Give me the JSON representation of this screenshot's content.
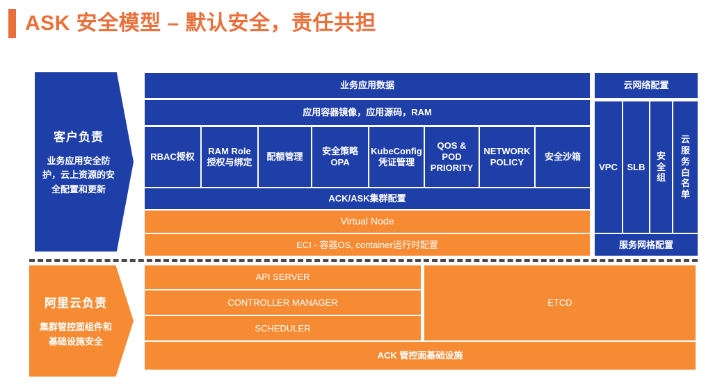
{
  "header": {
    "title": "ASK 安全模型 – 默认安全，责任共担",
    "accent_color": "#E8703A"
  },
  "colors": {
    "blue": "#1F3FA8",
    "orange": "#F68B33",
    "title_orange": "#E8703A",
    "divider": "#4a4a4a"
  },
  "responsibility": {
    "customer": {
      "title": "客户负责",
      "description": "业务应用安全防护，云上资源的安全配置和更新"
    },
    "provider": {
      "title": "阿里云负责",
      "description": "集群管控面组件和基础设施安全"
    }
  },
  "customer_stack": {
    "row_app_data": "业务应用数据",
    "row_images": "应用容器镜像，应用源码，RAM",
    "controls": [
      "RBAC授权",
      "RAM Role\n授权与绑定",
      "配额管理",
      "安全策略\nOPA",
      "KubeConfig\n凭证管理",
      "QOS &\nPOD\nPRIORITY",
      "NETWORK\nPOLICY",
      "安全沙箱"
    ],
    "row_cluster_config": "ACK/ASK集群配置",
    "row_virtual_node": "Virtual Node",
    "row_eci": "ECI - 容器OS, container运行时配置"
  },
  "network_column": {
    "header": "云网络配置",
    "items": [
      "VPC",
      "SLB",
      "安全组",
      "云服务白名单"
    ],
    "footer": "服务网格配置"
  },
  "provider_stack": {
    "components": [
      "API SERVER",
      "CONTROLLER MANAGER",
      "SCHEDULER"
    ],
    "etcd": "ETCD",
    "footer": "ACK 管控面基础设施"
  }
}
